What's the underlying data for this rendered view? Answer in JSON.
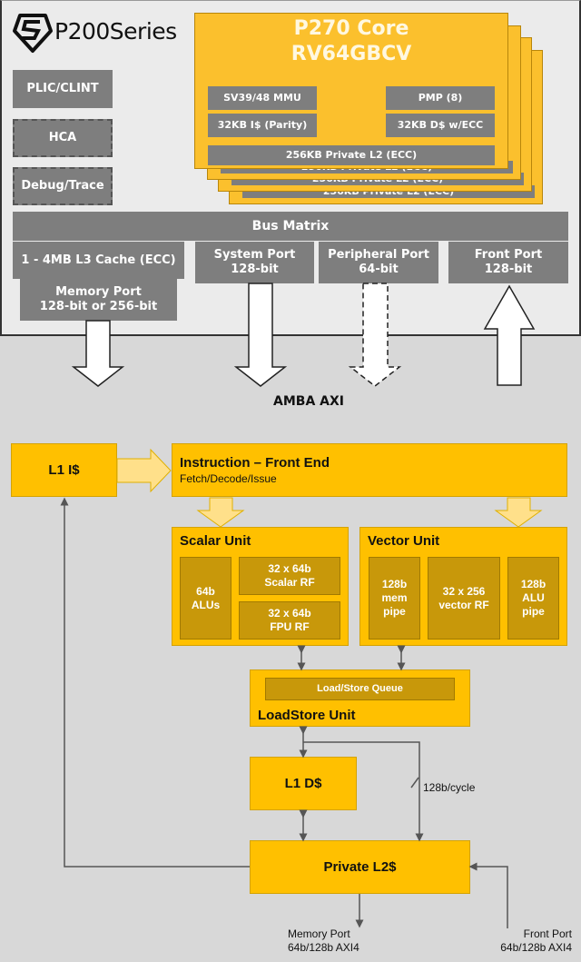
{
  "logo": {
    "icon": "shield-s-logo-icon",
    "text": "P200Series"
  },
  "top": {
    "core": {
      "title_line1": "P270 Core",
      "title_line2": "RV64GBCV",
      "blocks": [
        "SV39/48 MMU",
        "PMP (8)",
        "32KB I$ (Parity)",
        "32KB D$ w/ECC",
        "256KB Private L2 (ECC)"
      ],
      "stack_ghost_label": "256KB Private L2 (ECC)"
    },
    "side_blocks": [
      "PLIC/CLINT",
      "HCA",
      "Debug/Trace"
    ],
    "bus_matrix": "Bus Matrix",
    "l3_cache": "1 - 4MB L3 Cache (ECC)",
    "memory_port": [
      "Memory Port",
      "128-bit or 256-bit"
    ],
    "system_port": [
      "System Port",
      "128-bit"
    ],
    "peripheral_port": [
      "Peripheral Port",
      "64-bit"
    ],
    "front_port": [
      "Front Port",
      "128-bit"
    ],
    "bus_label": "AMBA AXI"
  },
  "bottom": {
    "l1i": "L1 I$",
    "frontend_title": "Instruction – Front End",
    "frontend_sub": "Fetch/Decode/Issue",
    "scalar": {
      "title": "Scalar Unit",
      "alus": [
        "64b",
        "ALUs"
      ],
      "scalar_rf": [
        "32 x 64b",
        "Scalar RF"
      ],
      "fpu_rf": [
        "32 x 64b",
        "FPU RF"
      ]
    },
    "vector": {
      "title": "Vector Unit",
      "mem_pipe": [
        "128b",
        "mem",
        "pipe"
      ],
      "vector_rf": [
        "32 x 256",
        "vector RF"
      ],
      "alu_pipe": [
        "128b",
        "ALU",
        "pipe"
      ]
    },
    "lsq": "Load/Store Queue",
    "lsu": "LoadStore Unit",
    "l1d": "L1 D$",
    "l2": "Private L2$",
    "bandwidth": "128b/cycle",
    "memory_port": [
      "Memory Port",
      "64b/128b AXI4"
    ],
    "front_port": [
      "Front Port",
      "64b/128b AXI4"
    ]
  },
  "colors": {
    "core_yellow": "#fbc02d",
    "block_yellow": "#ffc000",
    "inner_dark_yellow": "#c8980a",
    "gray_block": "#7e7e7e"
  }
}
